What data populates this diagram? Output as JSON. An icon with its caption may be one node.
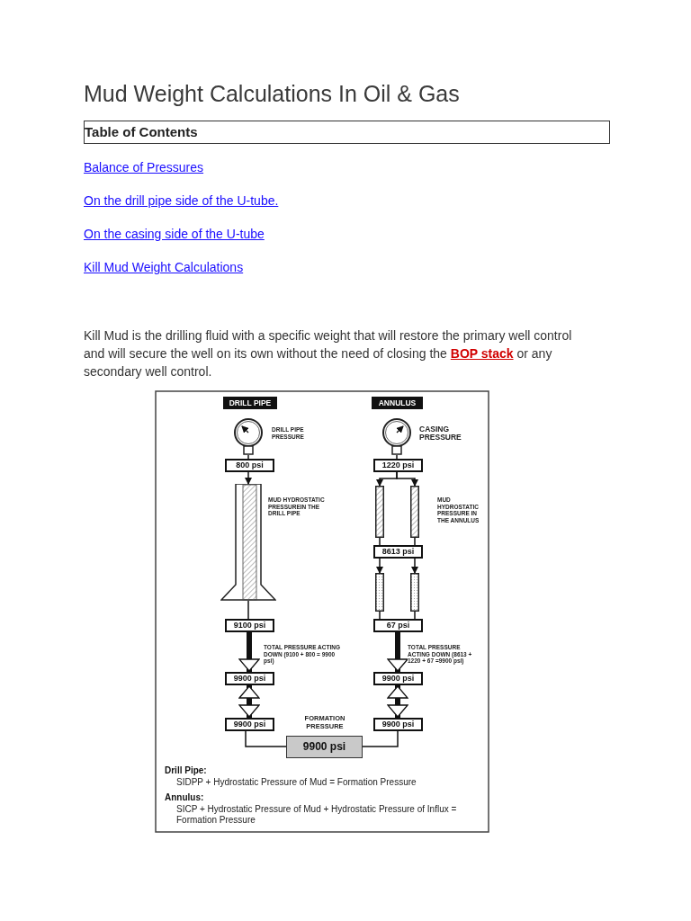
{
  "diagram": {
    "title": "Mud Weight Calculations In Oil & Gas",
    "nodes": [
      {
        "text": [
          "Table of Contents"
        ]
      },
      {
        "text": [
          "DRILL PIPE"
        ]
      },
      {
        "text": [
          "ANNULUS"
        ]
      },
      {
        "text": [],
        "shape": "gauge",
        "beside": [
          "DRILL PIPE PRESSURE"
        ]
      },
      {
        "text": [],
        "shape": "gauge",
        "beside": [
          "CASING PRESSURE"
        ]
      },
      {
        "text": [
          "800 psi"
        ]
      },
      {
        "text": [
          "1220 psi"
        ]
      },
      {
        "text": [],
        "shape": "cylinder",
        "beside": [
          "MUD HYDROSTATIC PRESSUREIN THE DRILL PIPE"
        ]
      },
      {
        "text": [],
        "shape": "bar"
      },
      {
        "text": [],
        "shape": "bar",
        "beside": [
          "MUD HYDROSTATIC PRESSURE IN THE ANNULUS"
        ]
      },
      {
        "text": [
          "8613 psi"
        ]
      },
      {
        "text": [],
        "shape": "bar"
      },
      {
        "text": [],
        "shape": "bar"
      },
      {
        "text": [
          "9100 psi"
        ]
      },
      {
        "text": [
          "67 psi"
        ]
      },
      {
        "text": [
          "9900 psi"
        ]
      },
      {
        "text": [
          "9900 psi"
        ]
      },
      {
        "text": [
          "9900 psi"
        ]
      },
      {
        "text": [
          "9900 psi"
        ]
      },
      {
        "text": [
          "FORMATION PRESSURE",
          "9900 psi"
        ]
      }
    ],
    "edges": [
      {
        "from": 3,
        "to": 5,
        "arrow": "none"
      },
      {
        "from": 4,
        "to": 6,
        "arrow": "none"
      },
      {
        "from": 5,
        "to": 7,
        "arrow": "to"
      },
      {
        "from": 6,
        "to": 8,
        "arrow": "to"
      },
      {
        "from": 6,
        "to": 9,
        "arrow": "to"
      },
      {
        "from": 8,
        "to": 10,
        "arrow": "none"
      },
      {
        "from": 9,
        "to": 10,
        "arrow": "none"
      },
      {
        "from": 10,
        "to": 11,
        "arrow": "to"
      },
      {
        "from": 10,
        "to": 12,
        "arrow": "to"
      },
      {
        "from": 7,
        "to": 13,
        "arrow": "none"
      },
      {
        "from": 11,
        "to": 14,
        "arrow": "none"
      },
      {
        "from": 12,
        "to": 14,
        "arrow": "none"
      },
      {
        "from": 13,
        "to": 15,
        "arrow": "to",
        "style": "thick",
        "label": "TOTAL PRESSURE ACTING DOWN (9100 + 800 = 9900 psi)"
      },
      {
        "from": 14,
        "to": 16,
        "arrow": "to",
        "style": "thick",
        "label": "TOTAL PRESSURE ACTING DOWN (8613 + 1220 + 67 =9900 psi)"
      },
      {
        "from": 15,
        "to": 17,
        "arrow": "both",
        "style": "thick"
      },
      {
        "from": 16,
        "to": 18,
        "arrow": "both",
        "style": "thick"
      },
      {
        "from": 17,
        "to": 19,
        "arrow": "none"
      },
      {
        "from": 18,
        "to": 19,
        "arrow": "none"
      }
    ],
    "labels": [
      "Balance of Pressures",
      "On the drill pipe side of the U-tube.",
      "On the casing side of the U-tube",
      "Kill Mud Weight Calculations",
      "Kill Mud is the drilling fluid with a specific weight that will restore the primary well control and will secure the well on its own without the need of closing the **BOP stack** or any secondary well control.",
      "Drill Pipe:",
      "SIDPP + Hydrostatic Pressure of Mud = Formation Pressure",
      "Annulus:",
      "SICP + Hydrostatic Pressure of Mud + Hydrostatic Pressure of Influx = Formation Pressure"
    ]
  }
}
